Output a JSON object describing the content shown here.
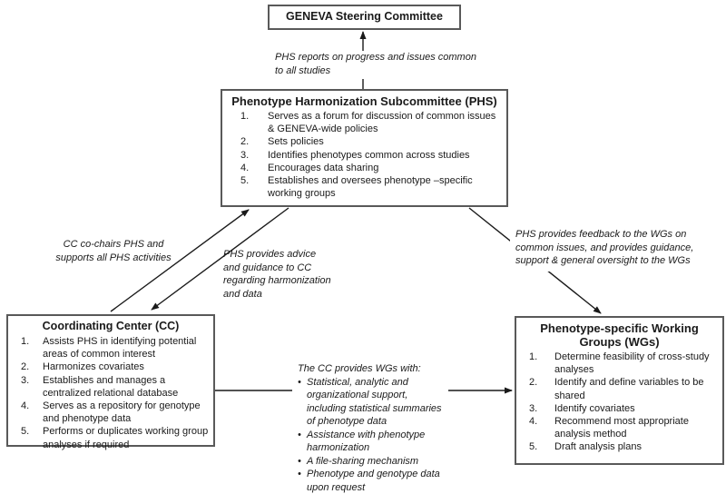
{
  "colors": {
    "background": "#ffffff",
    "box_border": "#595959",
    "line": "#1a1a1a",
    "text": "#1a1a1a"
  },
  "boxes": {
    "steering": {
      "title": "GENEVA Steering Committee"
    },
    "phs": {
      "title": "Phenotype Harmonization Subcommittee (PHS)",
      "items": [
        {
          "num": "1.",
          "text": "Serves as a forum for discussion of common issues & GENEVA-wide policies"
        },
        {
          "num": "2.",
          "text": "Sets policies"
        },
        {
          "num": "3.",
          "text": "Identifies phenotypes common across studies"
        },
        {
          "num": "4.",
          "text": "Encourages data sharing"
        },
        {
          "num": "5.",
          "text": "Establishes and oversees phenotype –specific working groups"
        }
      ]
    },
    "cc": {
      "title": "Coordinating Center (CC)",
      "items": [
        {
          "num": "1.",
          "text": "Assists PHS in identifying potential areas of common interest"
        },
        {
          "num": "2.",
          "text": "Harmonizes covariates"
        },
        {
          "num": "3.",
          "text": "Establishes and manages a centralized relational database"
        },
        {
          "num": "4.",
          "text": "Serves as a repository for genotype and phenotype data"
        },
        {
          "num": "5.",
          "text": "Performs or duplicates working group analyses if required"
        }
      ]
    },
    "wgs": {
      "title": "Phenotype-specific Working Groups (WGs)",
      "items": [
        {
          "num": "1.",
          "text": "Determine feasibility of cross-study analyses"
        },
        {
          "num": "2.",
          "text": "Identify and define variables to be shared"
        },
        {
          "num": "3.",
          "text": "Identify covariates"
        },
        {
          "num": "4.",
          "text": "Recommend most appropriate analysis method"
        },
        {
          "num": "5.",
          "text": "Draft analysis plans"
        }
      ]
    }
  },
  "labels": {
    "phs_to_steering": "PHS reports on progress and issues common to all studies",
    "cc_to_phs": "CC co-chairs PHS and supports all PHS activities",
    "phs_to_cc": "PHS provides advice and guidance to CC regarding harmonization and data",
    "phs_to_wgs": "PHS provides feedback to the WGs on common issues, and provides guidance, support & general oversight to the WGs",
    "cc_to_wgs": {
      "intro": "The CC provides WGs with:",
      "bullets": [
        "Statistical, analytic and organizational support, including statistical summaries of phenotype data",
        "Assistance with phenotype harmonization",
        "A file-sharing mechanism",
        "Phenotype and genotype data upon request"
      ]
    }
  }
}
